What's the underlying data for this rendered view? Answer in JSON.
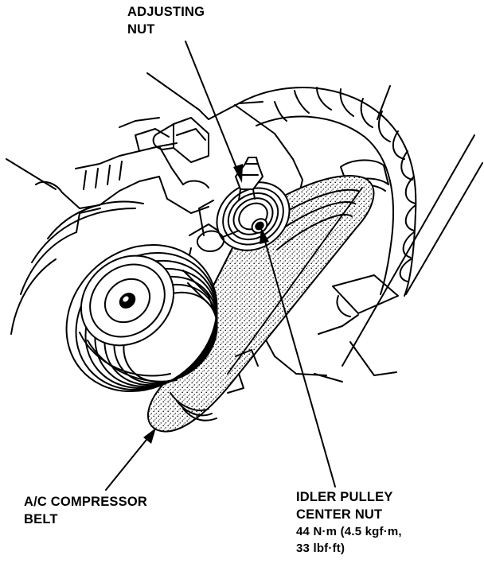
{
  "labels": {
    "adjusting_nut": {
      "line1": "ADJUSTING",
      "line2": "NUT"
    },
    "ac_compressor_belt": {
      "line1": "A/C COMPRESSOR",
      "line2": "BELT"
    },
    "idler_pulley_center_nut": {
      "line1": "IDLER PULLEY",
      "line2": "CENTER NUT",
      "torque_line1": "44 N·m (4.5 kgf·m,",
      "torque_line2": "33 lbf·ft)"
    }
  },
  "colors": {
    "ink": "#000000",
    "paper": "#ffffff"
  }
}
